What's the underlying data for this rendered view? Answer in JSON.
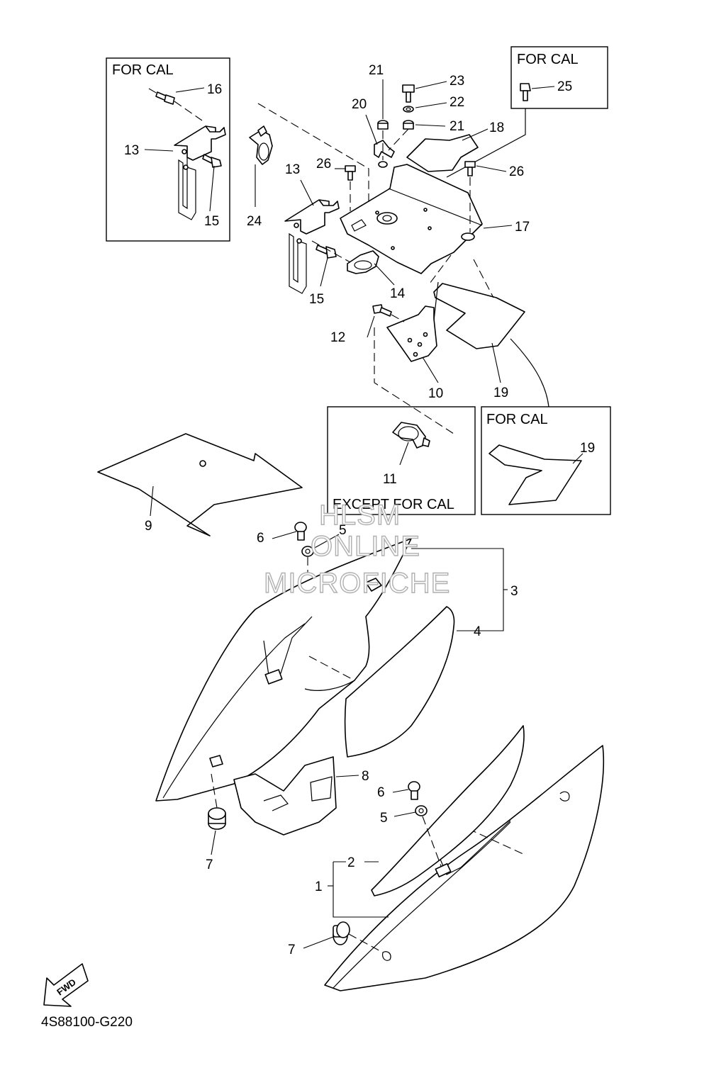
{
  "diagram_code": "4S88100-G220",
  "fwd_label": "FWD",
  "watermark": {
    "line1": "HLSM",
    "line2": "ONLINE",
    "line3": "MICROFICHE"
  },
  "boxes": {
    "for_cal_a": "FOR CAL",
    "for_cal_b": "FOR CAL",
    "for_cal_c": "FOR CAL",
    "except_for_cal": "EXCEPT FOR CAL"
  },
  "callouts": {
    "c1": "1",
    "c2": "2",
    "c3": "3",
    "c4": "4",
    "c5a": "5",
    "c5b": "5",
    "c6a": "6",
    "c6b": "6",
    "c7a": "7",
    "c7b": "7",
    "c8": "8",
    "c9": "9",
    "c10": "10",
    "c11": "11",
    "c12": "12",
    "c13a": "13",
    "c13b": "13",
    "c14": "14",
    "c15a": "15",
    "c15b": "15",
    "c16": "16",
    "c17": "17",
    "c18": "18",
    "c19a": "19",
    "c19b": "19",
    "c20": "20",
    "c21a": "21",
    "c21b": "21",
    "c22": "22",
    "c23": "23",
    "c24": "24",
    "c25": "25",
    "c26a": "26",
    "c26b": "26"
  },
  "icons": [
    "fwd-arrow-icon"
  ]
}
